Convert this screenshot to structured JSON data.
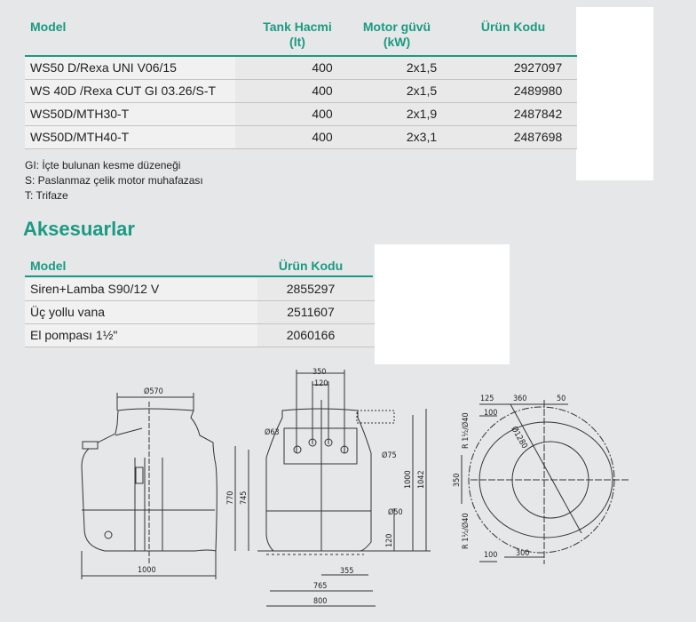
{
  "main_table": {
    "headers": {
      "model": "Model",
      "tank_1": "Tank Hacmi",
      "tank_2": "(lt)",
      "motor_1": "Motor güvü",
      "motor_2": "(kW)",
      "code": "Ürün Kodu"
    },
    "rows": [
      {
        "model": "WS50 D/Rexa UNI V06/15",
        "tank": "400",
        "motor": "2x1,5",
        "code": "2927097"
      },
      {
        "model": "WS 40D /Rexa CUT GI 03.26/S-T",
        "tank": "400",
        "motor": "2x1,5",
        "code": "2489980"
      },
      {
        "model": "WS50D/MTH30-T",
        "tank": "400",
        "motor": "2x1,9",
        "code": "2487842"
      },
      {
        "model": "WS50D/MTH40-T",
        "tank": "400",
        "motor": "2x3,1",
        "code": "2487698"
      }
    ]
  },
  "notes": [
    "GI: İçte bulunan kesme düzeneği",
    "S: Paslanmaz çelik motor muhafazası",
    "T: Trifaze"
  ],
  "accessories": {
    "title": "Aksesuarlar",
    "headers": {
      "model": "Model",
      "code": "Ürün Kodu"
    },
    "rows": [
      {
        "model": "Siren+Lamba S90/12 V",
        "code": "2855297"
      },
      {
        "model": "Üç yollu vana",
        "code": "2511607"
      },
      {
        "model": "El pompası 1½\"",
        "code": "2060166"
      }
    ]
  },
  "drawings": {
    "side": {
      "d_top": "Ø570",
      "width": "1000"
    },
    "front": {
      "w350": "350",
      "w120": "120",
      "d63": "Ø63",
      "d75": "Ø75",
      "d50": "Ø50",
      "h770": "770",
      "h745": "745",
      "h1000": "1000",
      "h1042": "1042",
      "h120": "120",
      "w355": "355",
      "w765": "765",
      "w800": "800"
    },
    "top": {
      "w125": "125",
      "w360": "360",
      "w50": "50",
      "w100a": "100",
      "d1280": "Ø1280",
      "r_top": "R 1½/Ø40",
      "h350": "350",
      "r_bottom": "R 1½/Ø40",
      "w100b": "100",
      "w300": "300"
    }
  },
  "colors": {
    "accent": "#1a9a83",
    "background": "#e6e7e8"
  }
}
